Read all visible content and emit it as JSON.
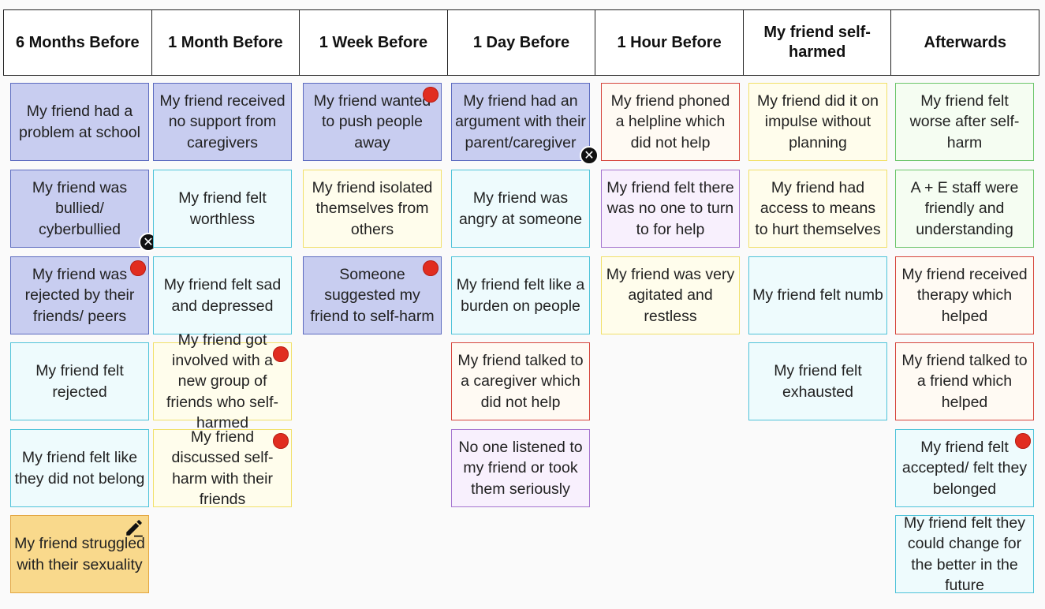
{
  "headers": [
    "6 Months Before",
    "1 Month Before",
    "1 Week Before",
    "1 Day Before",
    "1 Hour Before",
    "My friend self-harmed",
    "Afterwards"
  ],
  "colors": {
    "blue": "#c8cdf0",
    "cyan": "#eefbfd",
    "yellow": "#fffdec",
    "red": "#fffaf3",
    "purple": "#f8f0fd",
    "green": "#f5fdf2",
    "orange": "#f9d98c",
    "marker_red": "#e12d20"
  },
  "columns": [
    {
      "cards": [
        {
          "text": "My friend had a problem at school",
          "color": "blue"
        },
        {
          "text": "My friend was bullied/ cyberbullied",
          "color": "blue",
          "marker": "close-icon"
        },
        {
          "text": "My friend was rejected by their friends/ peers",
          "color": "blue",
          "marker": "red-dot"
        },
        {
          "text": "My friend felt rejected",
          "color": "cyan"
        },
        {
          "text": "My friend felt like they did not belong",
          "color": "cyan"
        },
        {
          "text": "My friend struggled with their sexuality",
          "color": "orange",
          "marker": "pencil-icon"
        }
      ]
    },
    {
      "cards": [
        {
          "text": "My friend received no support from caregivers",
          "color": "blue"
        },
        {
          "text": "My friend felt worthless",
          "color": "cyan"
        },
        {
          "text": "My friend felt sad and depressed",
          "color": "cyan"
        },
        {
          "text": "My friend got involved with a new group of friends who self-harmed",
          "color": "yellow",
          "marker": "red-dot"
        },
        {
          "text": "My friend discussed self-harm with their friends",
          "color": "yellow",
          "marker": "red-dot"
        }
      ]
    },
    {
      "cards": [
        {
          "text": "My friend wanted to push people away",
          "color": "blue",
          "marker": "red-dot"
        },
        {
          "text": "My friend isolated themselves from others",
          "color": "yellow"
        },
        {
          "text": "Someone suggested my friend to self-harm",
          "color": "blue",
          "marker": "red-dot"
        }
      ]
    },
    {
      "cards": [
        {
          "text": "My friend had an argument with their parent/caregiver",
          "color": "blue",
          "marker": "close-icon"
        },
        {
          "text": "My friend was angry at someone",
          "color": "cyan"
        },
        {
          "text": "My friend felt like a burden on people",
          "color": "cyan"
        },
        {
          "text": "My friend talked to a caregiver which did not help",
          "color": "red"
        },
        {
          "text": "No one listened to my friend or took them seriously",
          "color": "purple"
        }
      ]
    },
    {
      "cards": [
        {
          "text": "My friend phoned a helpline which did not help",
          "color": "red"
        },
        {
          "text": "My friend felt there was no one to turn to for help",
          "color": "purple"
        },
        {
          "text": "My friend was very agitated and restless",
          "color": "yellow"
        }
      ]
    },
    {
      "cards": [
        {
          "text": "My friend did it on impulse without planning",
          "color": "yellow"
        },
        {
          "text": "My friend had access to means to hurt themselves",
          "color": "yellow"
        },
        {
          "text": "My friend felt numb",
          "color": "cyan"
        },
        {
          "text": "My friend felt exhausted",
          "color": "cyan"
        }
      ]
    },
    {
      "cards": [
        {
          "text": "My friend felt worse after self-harm",
          "color": "green"
        },
        {
          "text": "A + E staff were friendly and understanding",
          "color": "green"
        },
        {
          "text": "My friend received therapy which helped",
          "color": "red"
        },
        {
          "text": "My friend talked to a friend which helped",
          "color": "red"
        },
        {
          "text": "My friend felt accepted/ felt they belonged",
          "color": "cyan",
          "marker": "red-dot"
        },
        {
          "text": "My friend felt they could change for the better in the future",
          "color": "cyan"
        }
      ]
    }
  ]
}
